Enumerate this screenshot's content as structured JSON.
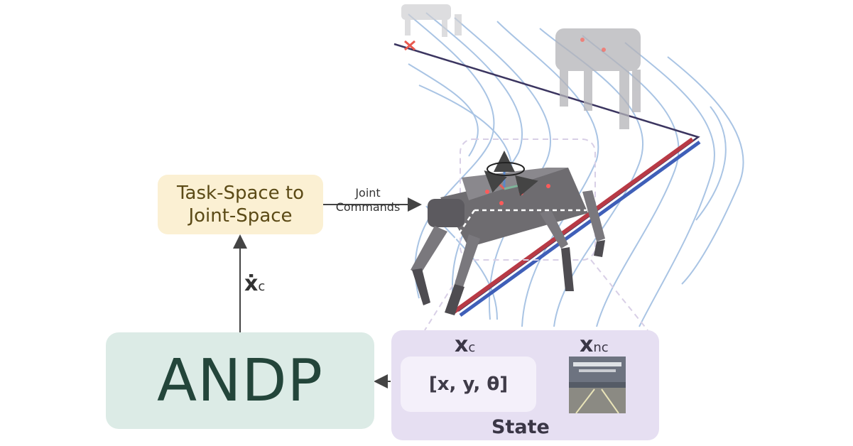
{
  "task_box": {
    "label_line1": "Task-Space to",
    "label_line2": "Joint-Space"
  },
  "andp_box": {
    "label": "ANDP"
  },
  "state_box": {
    "title": "State",
    "xc_symbol": "x",
    "xc_subscript": "c",
    "xnc_symbol": "x",
    "xnc_subscript": "nc",
    "xc_value": "[x, y, θ]"
  },
  "arrows": {
    "joint_line1": "Joint",
    "joint_line2": "Commands",
    "xdot_symbol": "ẋ",
    "xdot_subscript": "c"
  },
  "colors": {
    "flow_lines": "#a9c4e4",
    "path_red": "#b83a45",
    "path_blue": "#3f5fb8",
    "path_dark": "#3b3560",
    "target_marker": "#e8584e",
    "robot": "#6e6c70",
    "task_box": "#fbf0d3",
    "andp_box": "#dcebe6",
    "state_box": "#e6dff2"
  }
}
